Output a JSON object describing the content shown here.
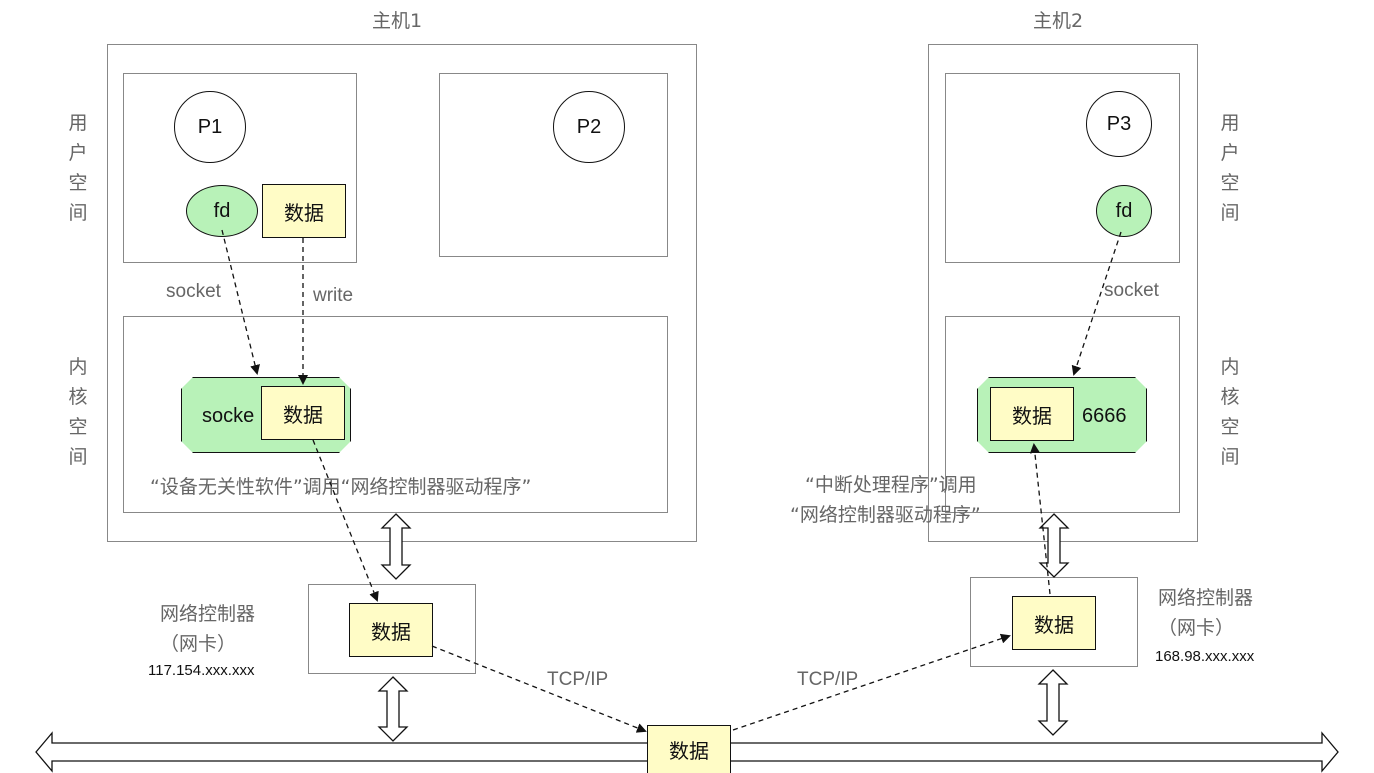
{
  "host1": {
    "title": "主机1",
    "user_space": [
      "用",
      "户",
      "空",
      "间"
    ],
    "kernel_space": [
      "内",
      "核",
      "空",
      "间"
    ],
    "p1": "P1",
    "p2": "P2",
    "fd": "fd",
    "user_data": "数据",
    "socket_edge": "socket",
    "write_edge": "write",
    "socket_label": "socke",
    "kernel_data": "数据",
    "note": "“设备无关性软件”调用“网络控制器驱动程序”"
  },
  "host2": {
    "title": "主机2",
    "user_space": [
      "用",
      "户",
      "空",
      "间"
    ],
    "kernel_space": [
      "内",
      "核",
      "空",
      "间"
    ],
    "p3": "P3",
    "fd": "fd",
    "socket_edge": "socket",
    "kernel_data": "数据",
    "port": "6666",
    "note_line1": "“中断处理程序”调用",
    "note_line2": "“网络控制器驱动程序”"
  },
  "nic1": {
    "name": "网络控制器",
    "sub": "（网卡）",
    "ip": "117.154.xxx.xxx",
    "data": "数据"
  },
  "nic2": {
    "name": "网络控制器",
    "sub": "（网卡）",
    "ip": "168.98.xxx.xxx",
    "data": "数据"
  },
  "network": {
    "data": "数据",
    "tcp_left": "TCP/IP",
    "tcp_right": "TCP/IP"
  }
}
